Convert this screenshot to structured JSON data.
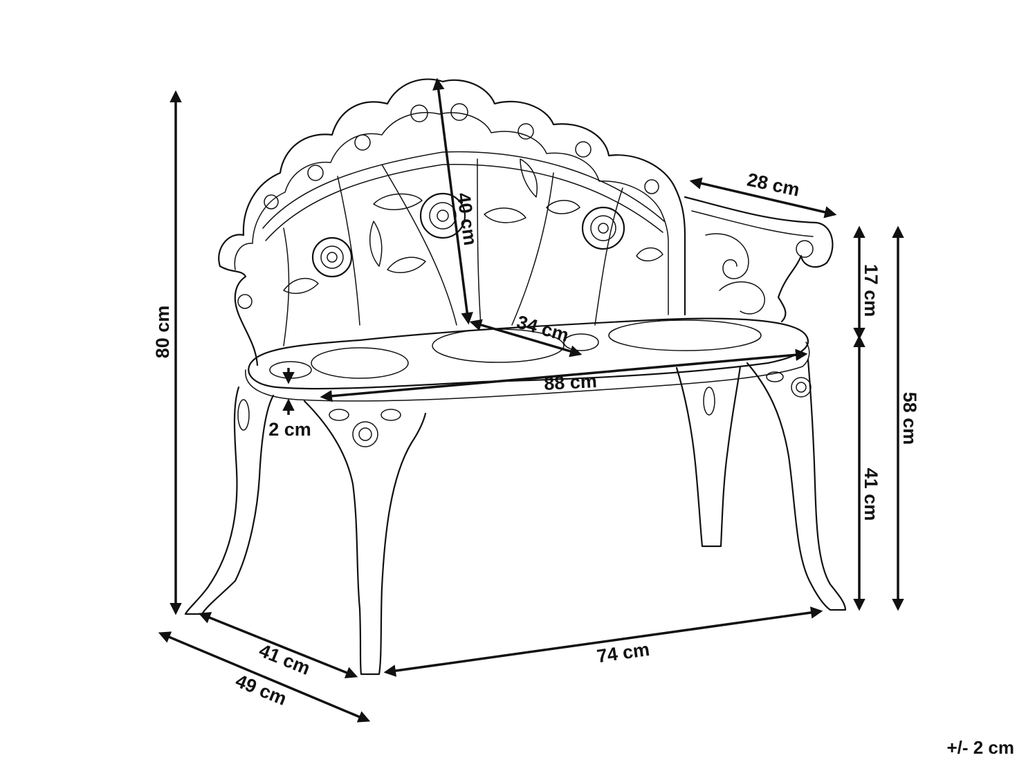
{
  "dimensions": {
    "total_height": "80 cm",
    "back_height": "40 cm",
    "armrest_length": "28 cm",
    "seat_depth": "34 cm",
    "seat_width": "88 cm",
    "seat_thickness": "2 cm",
    "armrest_height": "17 cm",
    "seat_height": "41 cm",
    "arm_total_height": "58 cm",
    "leg_depth": "41 cm",
    "total_depth": "49 cm",
    "leg_width": "74 cm"
  },
  "tolerance": "+/- 2 cm",
  "colors": {
    "line": "#111111",
    "background": "#ffffff"
  }
}
